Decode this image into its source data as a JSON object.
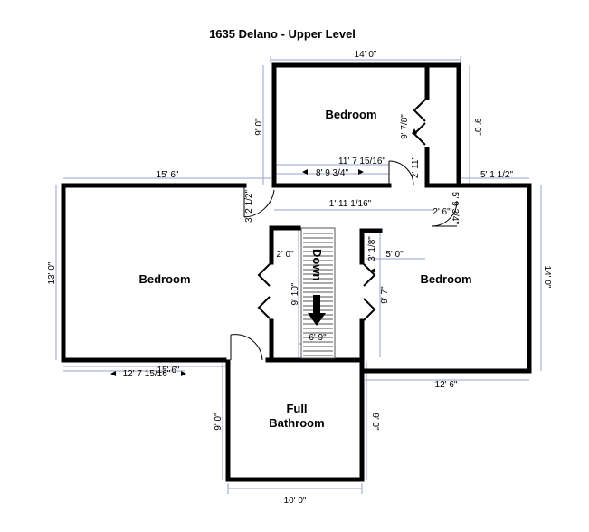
{
  "title": "1635 Delano - Upper Level",
  "rooms": {
    "top_bedroom": "Bedroom",
    "left_bedroom": "Bedroom",
    "right_bedroom": "Bedroom",
    "bathroom_line1": "Full",
    "bathroom_line2": "Bathroom"
  },
  "stairs_label": "Down",
  "dimensions": {
    "top_width": "14' 0\"",
    "top_left_height": "9' 0\"",
    "top_right_height": "9' 0\"",
    "closet_top": "9' 7/8\"",
    "hall_width": "11' 7 15/16\"",
    "hall_inner": "8' 9 3/4\"",
    "door_small": "2' 11\"",
    "left_width": "15' 6\"",
    "right_top_width": "5' 1 1/2\"",
    "hall_opening_left": "3' 2 1/2\"",
    "hall_top": "1' 11 1/16\"",
    "door_right": "2' 6\"",
    "door_right_rot": "5' 9 3/4\"",
    "left_height": "13' 0\"",
    "left_closet_top": "2' 0\"",
    "stairs_height": "9' 10\"",
    "right_closet_top": "3' 1/8\"",
    "right_closet_width": "5' 0\"",
    "right_closet_height": "9' 7\"",
    "right_height": "14' 0\"",
    "stairs_width": "6' 9\"",
    "left_bottom_width": "12' 7 15/16\"",
    "left_bottom_overlap": "15' 6\"",
    "right_bottom_width": "12' 6\"",
    "bath_left_height": "9' 0\"",
    "bath_right_height": "9' 0\"",
    "bath_width": "10' 0\""
  }
}
